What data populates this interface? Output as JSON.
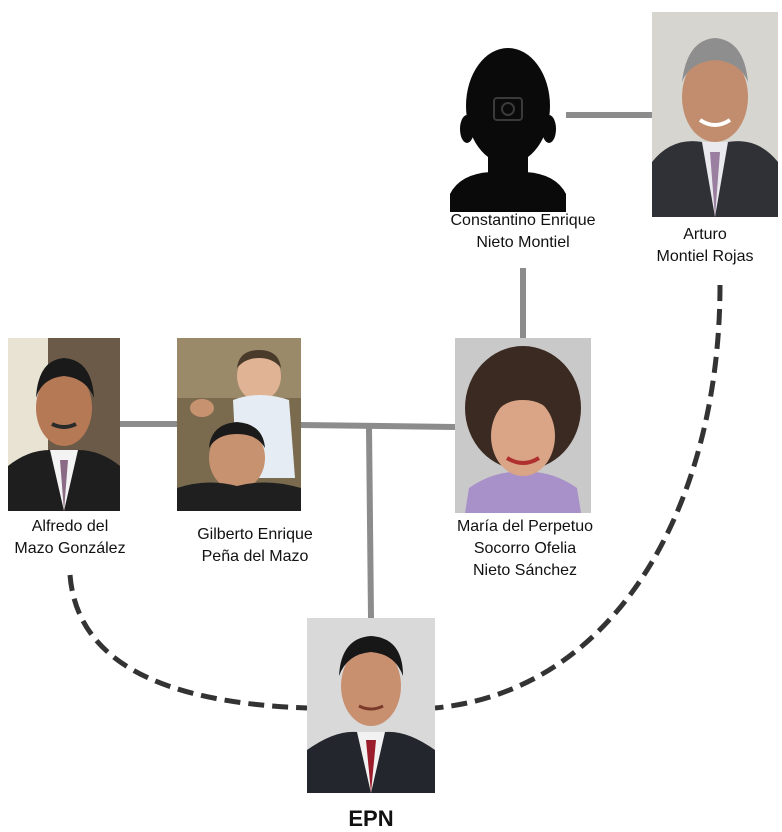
{
  "diagram": {
    "people": [
      {
        "id": "constantino",
        "name_lines": [
          "Constantino Enrique",
          "Nieto Montiel"
        ],
        "photo": "silhouette"
      },
      {
        "id": "arturo",
        "name_lines": [
          "Arturo",
          "Montiel Rojas"
        ],
        "photo": "portrait"
      },
      {
        "id": "alfredo",
        "name_lines": [
          "Alfredo del",
          "Mazo González"
        ],
        "photo": "portrait"
      },
      {
        "id": "gilberto",
        "name_lines": [
          "Gilberto Enrique",
          "Peña del Mazo"
        ],
        "photo": "portrait-with-baby"
      },
      {
        "id": "maria",
        "name_lines": [
          "María del Perpetuo",
          "Socorro Ofelia",
          "Nieto Sánchez"
        ],
        "photo": "portrait"
      },
      {
        "id": "epn",
        "name_lines": [
          "EPN"
        ],
        "photo": "portrait"
      }
    ],
    "connections": [
      {
        "from": "constantino",
        "to": "arturo",
        "style": "solid"
      },
      {
        "from": "constantino",
        "to": "maria",
        "style": "solid"
      },
      {
        "from": "alfredo",
        "to": "gilberto",
        "style": "solid"
      },
      {
        "from": "gilberto",
        "to": "maria",
        "style": "solid"
      },
      {
        "from": "gilberto-maria-union",
        "to": "epn",
        "style": "solid"
      },
      {
        "from": "alfredo",
        "to": "epn",
        "style": "dashed"
      },
      {
        "from": "arturo",
        "to": "epn",
        "style": "dashed"
      }
    ],
    "colors": {
      "solid_line": "#8c8c8c",
      "dashed_line": "#333333",
      "silhouette": "#0a0a0a"
    }
  }
}
